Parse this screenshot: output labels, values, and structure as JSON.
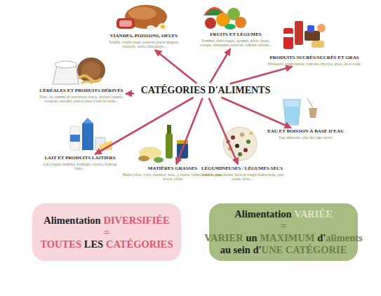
{
  "diagram": {
    "nodes": [
      {
        "text": [
          "VIANDES, POISSONS, OEUFS",
          "Volaille, viande rouge, poissons gras et maigres, crustacés, oeufs, charcuterie..."
        ]
      },
      {
        "text": [
          "FRUITS ET LÉGUMES",
          "Pommes, fruits rouges, agrumes, kiwis, choux, courges, aubergines, poivrons, tomates, salades..."
        ]
      },
      {
        "text": [
          "PRODUITS SUCRÉS/SUCRÉS ET GRAS",
          "Pâtisseries, viennoiseries, bonbons, chocolat, glace, jus et sodas"
        ]
      },
      {
        "text": [
          "CÉRÉALES ET PRODUITS DÉRIVÉS",
          "Pâtes, riz, pomme de terre/patate douce, céréales (quinoa, boulgour, sarrasin), pain et pâtes à base de farine..."
        ]
      },
      {
        "text": [
          "CATÉGORIES D'ALIMENTS"
        ]
      },
      {
        "text": [
          "EAU ET BOISSON À BASE D'EAU",
          "Eau, infusions, café, thé (sans sucre)"
        ]
      },
      {
        "text": [
          "LAIT ET PRODUITS LAITIERS",
          "Lait (origine animale), fromages, yaourts, fromage blanc..."
        ]
      },
      {
        "text": [
          "MATIÈRES GRASSES",
          "Huiles (olive, colza, tournesol, noix...), beurre, crème, fruits à coque, avocat, olives"
        ]
      },
      {
        "text": [
          "LÉGUMINEUSES / LÉGUMES SECS",
          "Lentilles, pois chiches, haricots rouges/blancs/noirs, pois cassés, fèves..."
        ]
      },
      {
        "text": [
          "Alimentation",
          "DIVERSIFIÉE",
          "=",
          "TOUTES",
          "LES",
          "CATÉGORIES"
        ]
      },
      {
        "text": [
          "Alimentation",
          "VARIÉE",
          "=",
          "VARIER",
          "un",
          "MAXIMUM",
          "d'",
          "aliments",
          "au sein d'",
          "UNE CATÉGORIE"
        ]
      }
    ],
    "edges": [
      {
        "from": 4,
        "to": 0,
        "arrow": "to"
      },
      {
        "from": 4,
        "to": 1,
        "arrow": "to"
      },
      {
        "from": 4,
        "to": 2,
        "arrow": "to"
      },
      {
        "from": 4,
        "to": 3,
        "arrow": "to"
      },
      {
        "from": 4,
        "to": 5,
        "arrow": "to"
      },
      {
        "from": 4,
        "to": 6,
        "arrow": "to"
      },
      {
        "from": 4,
        "to": 7,
        "arrow": "to"
      },
      {
        "from": 4,
        "to": 8,
        "arrow": "to"
      }
    ]
  }
}
